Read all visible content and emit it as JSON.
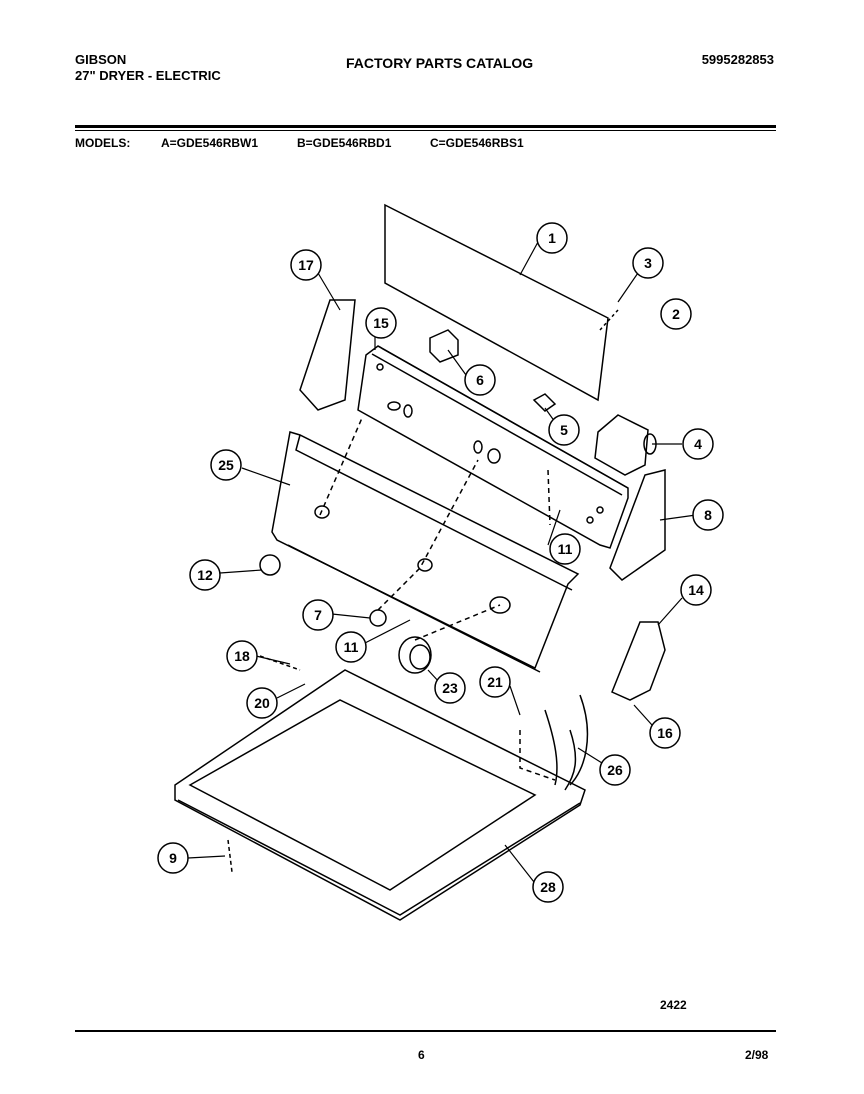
{
  "header": {
    "brand": "GIBSON",
    "product": "27\" DRYER - ELECTRIC",
    "title": "FACTORY PARTS CATALOG",
    "part_number": "5995282853"
  },
  "models": {
    "label": "MODELS:",
    "a": "A=GDE546RBW1",
    "b": "B=GDE546RBD1",
    "c": "C=GDE546RBS1"
  },
  "callouts": [
    "1",
    "3",
    "2",
    "17",
    "15",
    "6",
    "5",
    "4",
    "25",
    "11",
    "8",
    "12",
    "14",
    "7",
    "11",
    "18",
    "21",
    "23",
    "20",
    "16",
    "26",
    "9",
    "28"
  ],
  "footer": {
    "figure_number": "2422",
    "page": "6",
    "date": "2/98"
  }
}
